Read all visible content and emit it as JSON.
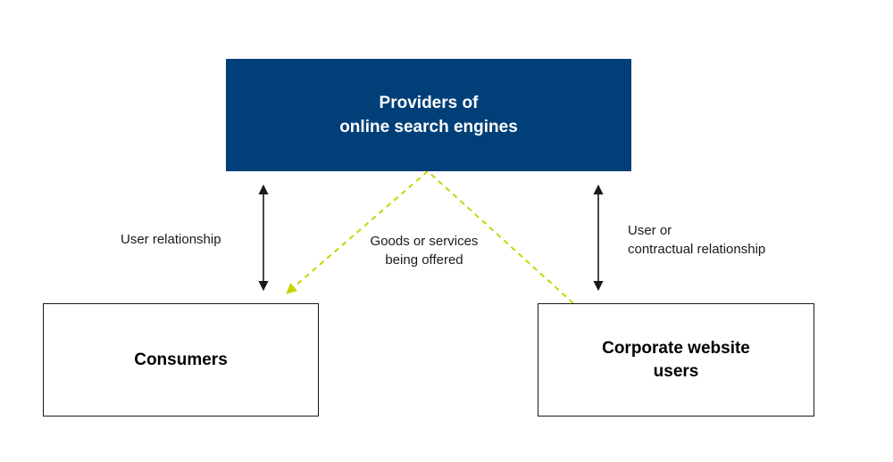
{
  "nodes": {
    "providers": {
      "line1": "Providers of",
      "line2": "online search engines"
    },
    "consumers": {
      "label": "Consumers"
    },
    "corporate_users": {
      "line1": "Corporate website",
      "line2": "users"
    }
  },
  "edges": {
    "user_relationship": {
      "label": "User relationship"
    },
    "goods_services": {
      "line1": "Goods or services",
      "line2": "being offered"
    },
    "contractual_relationship": {
      "line1": "User or",
      "line2": "contractual relationship"
    }
  },
  "colors": {
    "provider_box": "#003f78",
    "offer_arrow": "#c8d400",
    "relationship_arrow": "#1a1a1a"
  }
}
